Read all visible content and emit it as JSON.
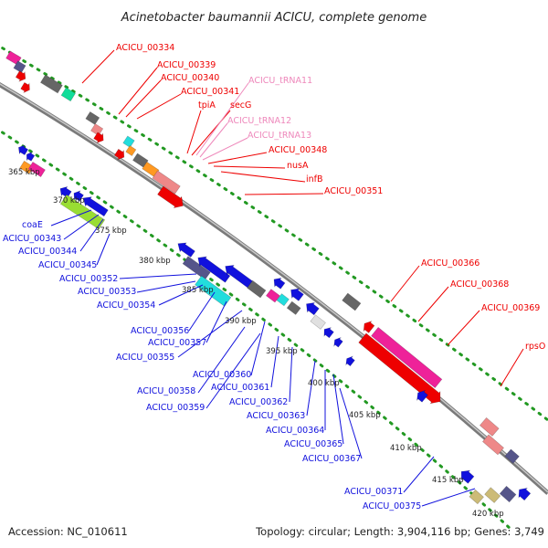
{
  "title": "Acinetobacter baumannii ACICU, complete genome",
  "footer": {
    "accession": "Accession: NC_010611",
    "topology": "Topology: circular; Length: 3,904,116 bp; Genes: 3,749"
  },
  "kbp_ticks": [
    "365 kbp",
    "370 kbp",
    "375 kbp",
    "380 kbp",
    "385 kbp",
    "390 kbp",
    "395 kbp",
    "400 kbp",
    "405 kbp",
    "410 kbp",
    "415 kbp",
    "420 kbp"
  ],
  "labels": {
    "upper": [
      "ACICU_00334",
      "ACICU_00339",
      "ACICU_00340",
      "ACICU_00341",
      "tpiA",
      "secG",
      "ACICU_tRNA11",
      "ACICU_tRNA12",
      "ACICU_tRNA13",
      "ACICU_00348",
      "nusA",
      "infB",
      "ACICU_00351",
      "ACICU_00366",
      "ACICU_00368",
      "ACICU_00369",
      "rpsO"
    ],
    "lower": [
      "coaE",
      "ACICU_00343",
      "ACICU_00344",
      "ACICU_00345",
      "ACICU_00352",
      "ACICU_00353",
      "ACICU_00354",
      "ACICU_00356",
      "ACICU_00357",
      "ACICU_00355",
      "ACICU_00360",
      "ACICU_00358",
      "ACICU_00361",
      "ACICU_00359",
      "ACICU_00362",
      "ACICU_00363",
      "ACICU_00364",
      "ACICU_00365",
      "ACICU_00367",
      "ACICU_00371",
      "ACICU_00375"
    ]
  },
  "colors": {
    "red": "#ee0000",
    "blue": "#1111dd",
    "pink_trna": "#ee88bb",
    "magenta": "#ee2299",
    "salmon": "#ee8888",
    "gray": "#666666",
    "slate": "#55558a",
    "cyan": "#22dddd",
    "orange": "#ff9922",
    "green": "#99dd33",
    "khaki": "#ccbb77",
    "track_dots": "#229922",
    "backbone": "#888888"
  }
}
